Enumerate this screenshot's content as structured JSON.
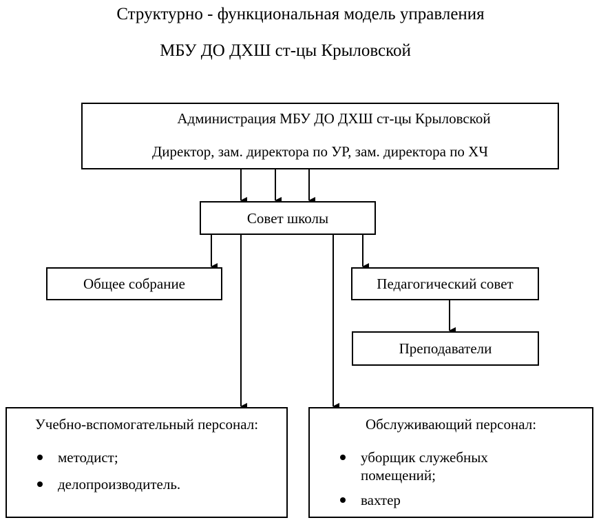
{
  "title": {
    "line1": "Структурно - функциональная модель управления",
    "line2": "МБУ ДО ДХШ ст-цы Крыловской"
  },
  "nodes": {
    "administration": {
      "line1": "Администрация МБУ ДО ДХШ ст-цы Крыловской",
      "line2": "Директор, зам. директора по УР, зам. директора по ХЧ"
    },
    "school_council": "Совет школы",
    "general_assembly": "Общее собрание",
    "pedagogical_council": "Педагогический совет",
    "teachers": "Преподаватели",
    "support_staff": {
      "heading": "Учебно-вспомогательный персонал:",
      "items": [
        "методист;",
        "делопроизводитель."
      ]
    },
    "service_staff": {
      "heading": "Обслуживающий персонал:",
      "items": [
        "уборщик служебных помещений;",
        "вахтер"
      ]
    }
  },
  "edges": [
    {
      "from": "administration",
      "to": "school_council",
      "count": 3
    },
    {
      "from": "school_council",
      "to": "general_assembly"
    },
    {
      "from": "school_council",
      "to": "pedagogical_council"
    },
    {
      "from": "school_council",
      "to": "support_staff"
    },
    {
      "from": "school_council",
      "to": "service_staff"
    },
    {
      "from": "pedagogical_council",
      "to": "teachers"
    }
  ]
}
